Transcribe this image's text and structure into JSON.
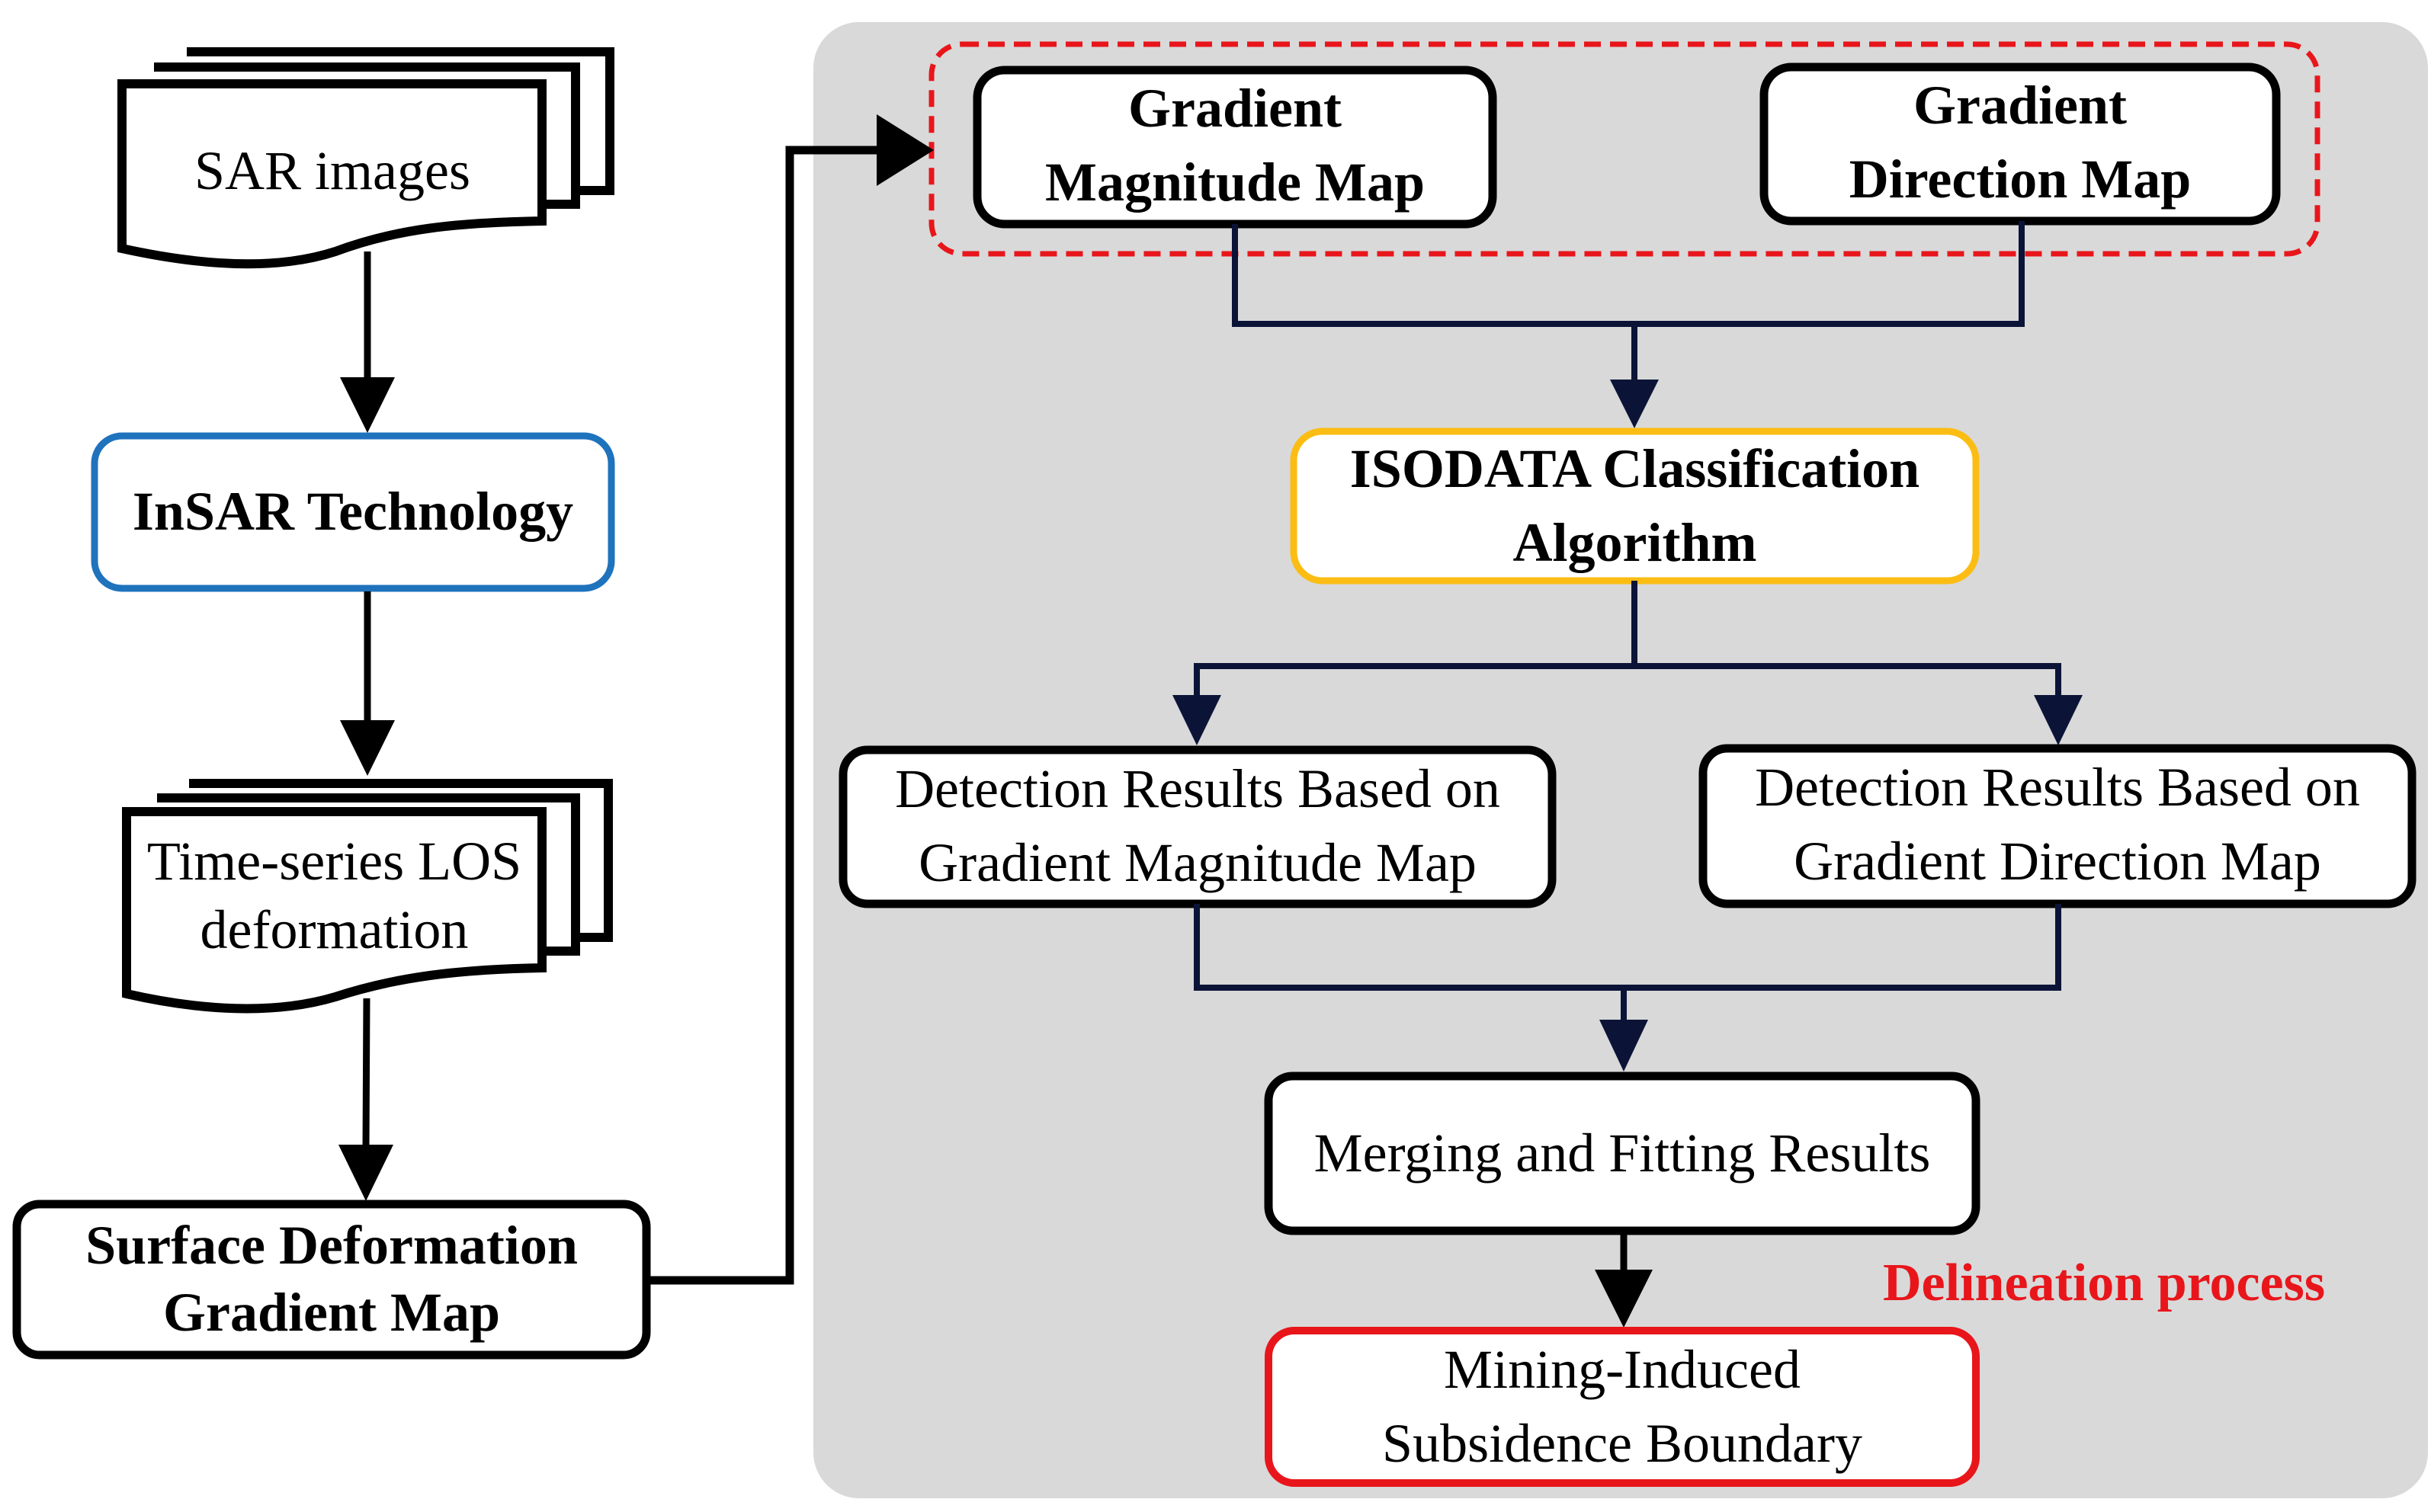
{
  "colors": {
    "panel_bg": "#d9d9d9",
    "black_stroke": "#000000",
    "navy_connector": "#0b1437",
    "insar_border": "#1f73bd",
    "isodata_border": "#fbbd14",
    "red_accent": "#e8161b",
    "box_fill": "#ffffff"
  },
  "left_column": {
    "sar_images": {
      "lines": [
        "SAR images"
      ]
    },
    "insar": {
      "lines": [
        "InSAR Technology"
      ]
    },
    "time_series": {
      "lines": [
        "Time-series LOS",
        "deformation"
      ]
    },
    "surface_gradient": {
      "lines": [
        "Surface Deformation",
        "Gradient Map"
      ]
    }
  },
  "delineation_panel": {
    "label": "Delineation process",
    "gradient_magnitude": {
      "lines": [
        "Gradient",
        "Magnitude Map"
      ]
    },
    "gradient_direction": {
      "lines": [
        "Gradient",
        "Direction Map"
      ]
    },
    "isodata": {
      "lines": [
        "ISODATA Classification",
        "Algorithm"
      ]
    },
    "detect_magnitude": {
      "lines": [
        "Detection Results Based on",
        "Gradient Magnitude Map"
      ]
    },
    "detect_direction": {
      "lines": [
        "Detection Results Based on",
        "Gradient Direction Map"
      ]
    },
    "merging": {
      "lines": [
        "Merging and Fitting Results"
      ]
    },
    "boundary": {
      "lines": [
        "Mining-Induced",
        "Subsidence Boundary"
      ]
    }
  }
}
